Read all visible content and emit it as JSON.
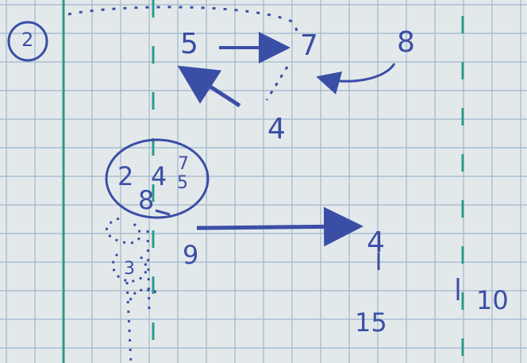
{
  "notes": {
    "label_circle": "2",
    "n5": "5",
    "n7": "7",
    "n8": "8",
    "n4_top": "4",
    "cluster": {
      "a": "2",
      "b": "4",
      "c": "7",
      "d": "5",
      "e": "8"
    },
    "n3": "3",
    "n9": "9",
    "n4_right": "4",
    "n15": "15",
    "n10": "10"
  },
  "colors": {
    "paper": "#e3e9ea",
    "grid": "#9fb6cc",
    "margin_line": "#2a9c8a",
    "ink": "#3b4ea6"
  }
}
